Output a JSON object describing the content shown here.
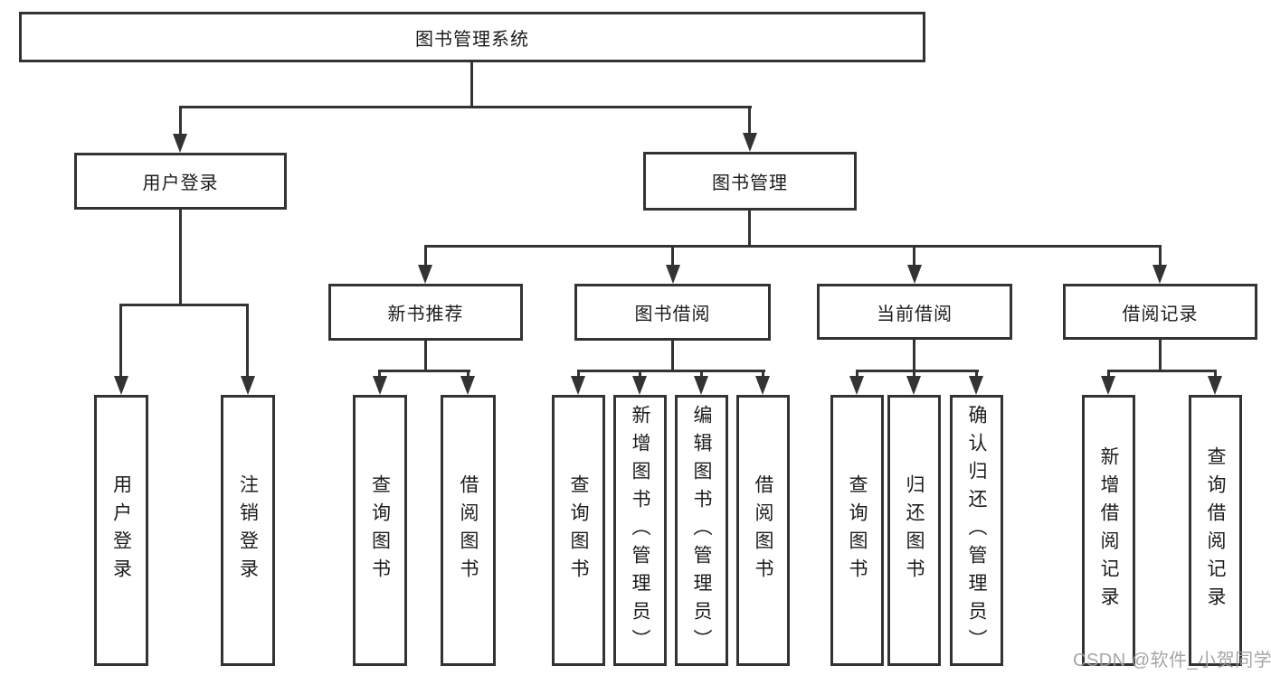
{
  "colors": {
    "line": "#333333",
    "text": "#1c1c1c",
    "watermark": "#9e9ea2",
    "background": "#ffffff"
  },
  "root": {
    "label": "图书管理系统"
  },
  "branches": [
    {
      "label": "用户登录"
    },
    {
      "label": "图书管理"
    }
  ],
  "modules": [
    {
      "label": "新书推荐"
    },
    {
      "label": "图书借阅"
    },
    {
      "label": "当前借阅"
    },
    {
      "label": "借阅记录"
    }
  ],
  "leaves": [
    {
      "label": "用户登录"
    },
    {
      "label": "注销登录"
    },
    {
      "label": "查询图书"
    },
    {
      "label": "借阅图书"
    },
    {
      "label": "查询图书"
    },
    {
      "label": "新增图书（管理员）"
    },
    {
      "label": "编辑图书（管理员）"
    },
    {
      "label": "借阅图书"
    },
    {
      "label": "查询图书"
    },
    {
      "label": "归还图书"
    },
    {
      "label": "确认归还（管理员）"
    },
    {
      "label": "新增借阅记录"
    },
    {
      "label": "查询借阅记录"
    }
  ],
  "watermark": {
    "text": "CSDN @软件_小贺同学"
  }
}
